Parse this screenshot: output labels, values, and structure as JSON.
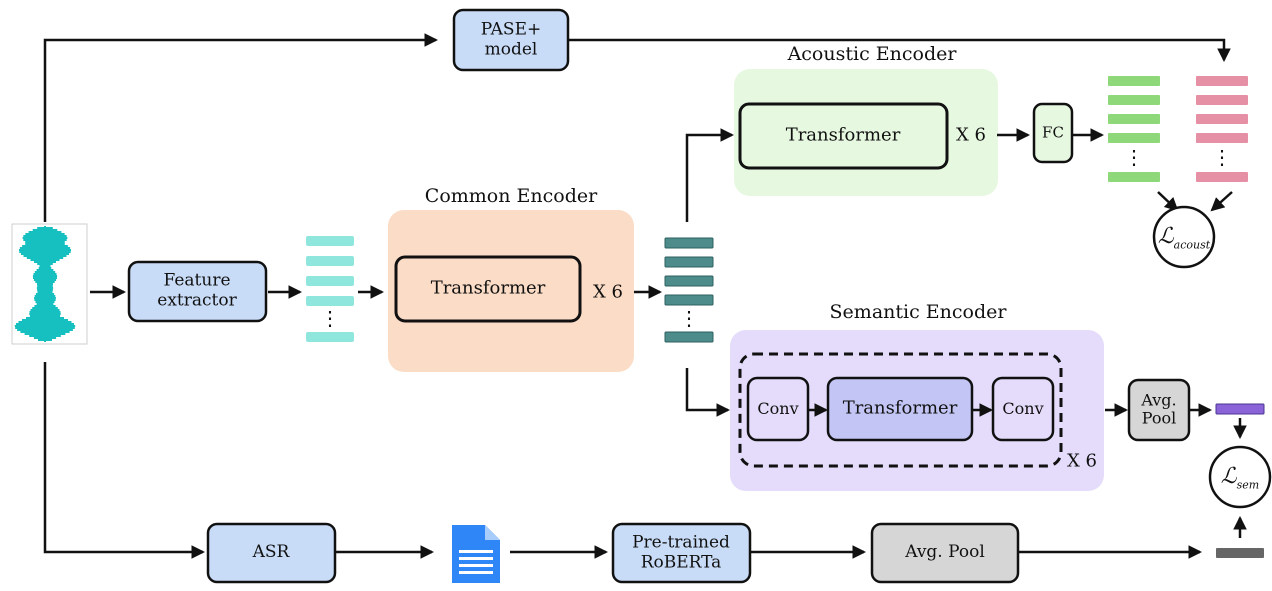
{
  "blocks": {
    "pase": "PASE+\nmodel",
    "feature_extractor": "Feature\nextractor",
    "common_transformer": "Transformer",
    "acoustic_transformer": "Transformer",
    "fc": "FC",
    "conv_left": "Conv",
    "semantic_transformer": "Transformer",
    "conv_right": "Conv",
    "avg_pool_semantic": "Avg.\nPool",
    "asr": "ASR",
    "roberta": "Pre-trained\nRoBERTa",
    "avg_pool_text": "Avg. Pool"
  },
  "regions": {
    "common_encoder": "Common Encoder",
    "acoustic_encoder": "Acoustic Encoder",
    "semantic_encoder": "Semantic Encoder"
  },
  "repeat": {
    "common": "X 6",
    "acoustic": "X 6",
    "semantic": "X 6"
  },
  "losses": {
    "acoustic": {
      "symbol": "ℒ",
      "subscript": "acoust"
    },
    "semantic": {
      "symbol": "ℒ",
      "subscript": "sem"
    }
  },
  "ellipsis": "⋮",
  "colors": {
    "block_blue": "#c9dcf7",
    "common_region": "#fbdcc6",
    "acoustic_region": "#e7f8e1",
    "semantic_region": "#e4dcfa",
    "feature_bars": "#8fe6dc",
    "common_output_bars": "#4e8b8b",
    "acoustic_bars": "#8ed87a",
    "pase_bars": "#e690a6",
    "semantic_vector": "#8a63d8",
    "text_vector": "#666666",
    "pool_gray": "#d6d6d6",
    "waveform": "#16bfc0"
  }
}
